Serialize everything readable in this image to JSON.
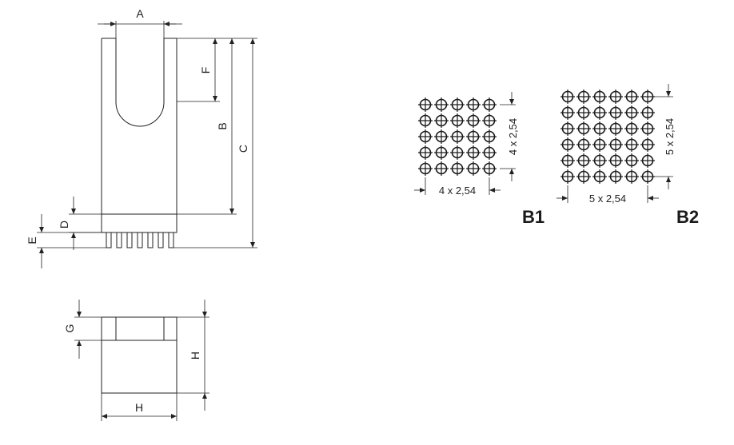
{
  "dimensions": {
    "a": "A",
    "b": "B",
    "c": "C",
    "d": "D",
    "e": "E",
    "f": "F",
    "g": "G",
    "h_vertical": "H",
    "h_horizontal": "H"
  },
  "patterns": [
    {
      "id": "b1",
      "label": "B1",
      "rows": 5,
      "cols": 5,
      "pitch_vertical": "4 x 2,54",
      "pitch_horizontal": "4 x 2,54"
    },
    {
      "id": "b2",
      "label": "B2",
      "rows": 6,
      "cols": 6,
      "pitch_vertical": "5 x 2,54",
      "pitch_horizontal": "5 x 2,54"
    }
  ],
  "colors": {
    "line": "#222222",
    "background": "#ffffff"
  }
}
